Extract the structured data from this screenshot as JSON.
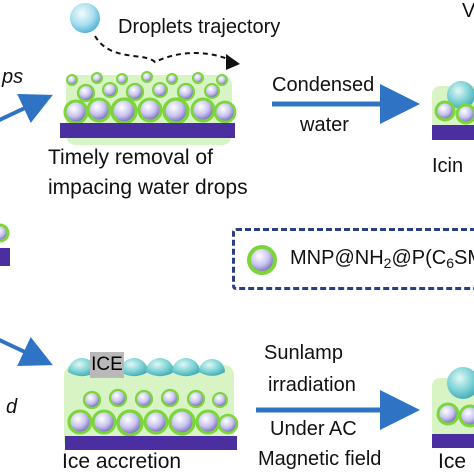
{
  "labels": {
    "droplets_trajectory": "Droplets trajectory",
    "edge_top_left": "ps",
    "edge_top_right": "V",
    "timely_removal_line1": "Timely removal of",
    "timely_removal_line2": "impacing water drops",
    "condensed": "Condensed",
    "water": "water",
    "icing_partial": "Icin",
    "ice_tag": "ICE",
    "sunlamp": "Sunlamp",
    "irradiation": "irradiation",
    "under_ac": "Under AC",
    "magnetic_field": "Magnetic field",
    "ice_accretion": "Ice accretion",
    "ice_partial": "Ice",
    "edge_bottom_left": "d"
  },
  "legend": {
    "prefix": "MNP@NH",
    "sub1": "2",
    "middle": "@P(C",
    "sub2": "6",
    "suffix": "SMA-SMA-GM"
  },
  "colors": {
    "substrate": "#4b2ea0",
    "particle_core": "#b9b4e6",
    "particle_ring": "#7cd63a",
    "droplet": "#5fc7cf",
    "arrow": "#2f74c4",
    "dashed_border": "#2a3f85"
  }
}
